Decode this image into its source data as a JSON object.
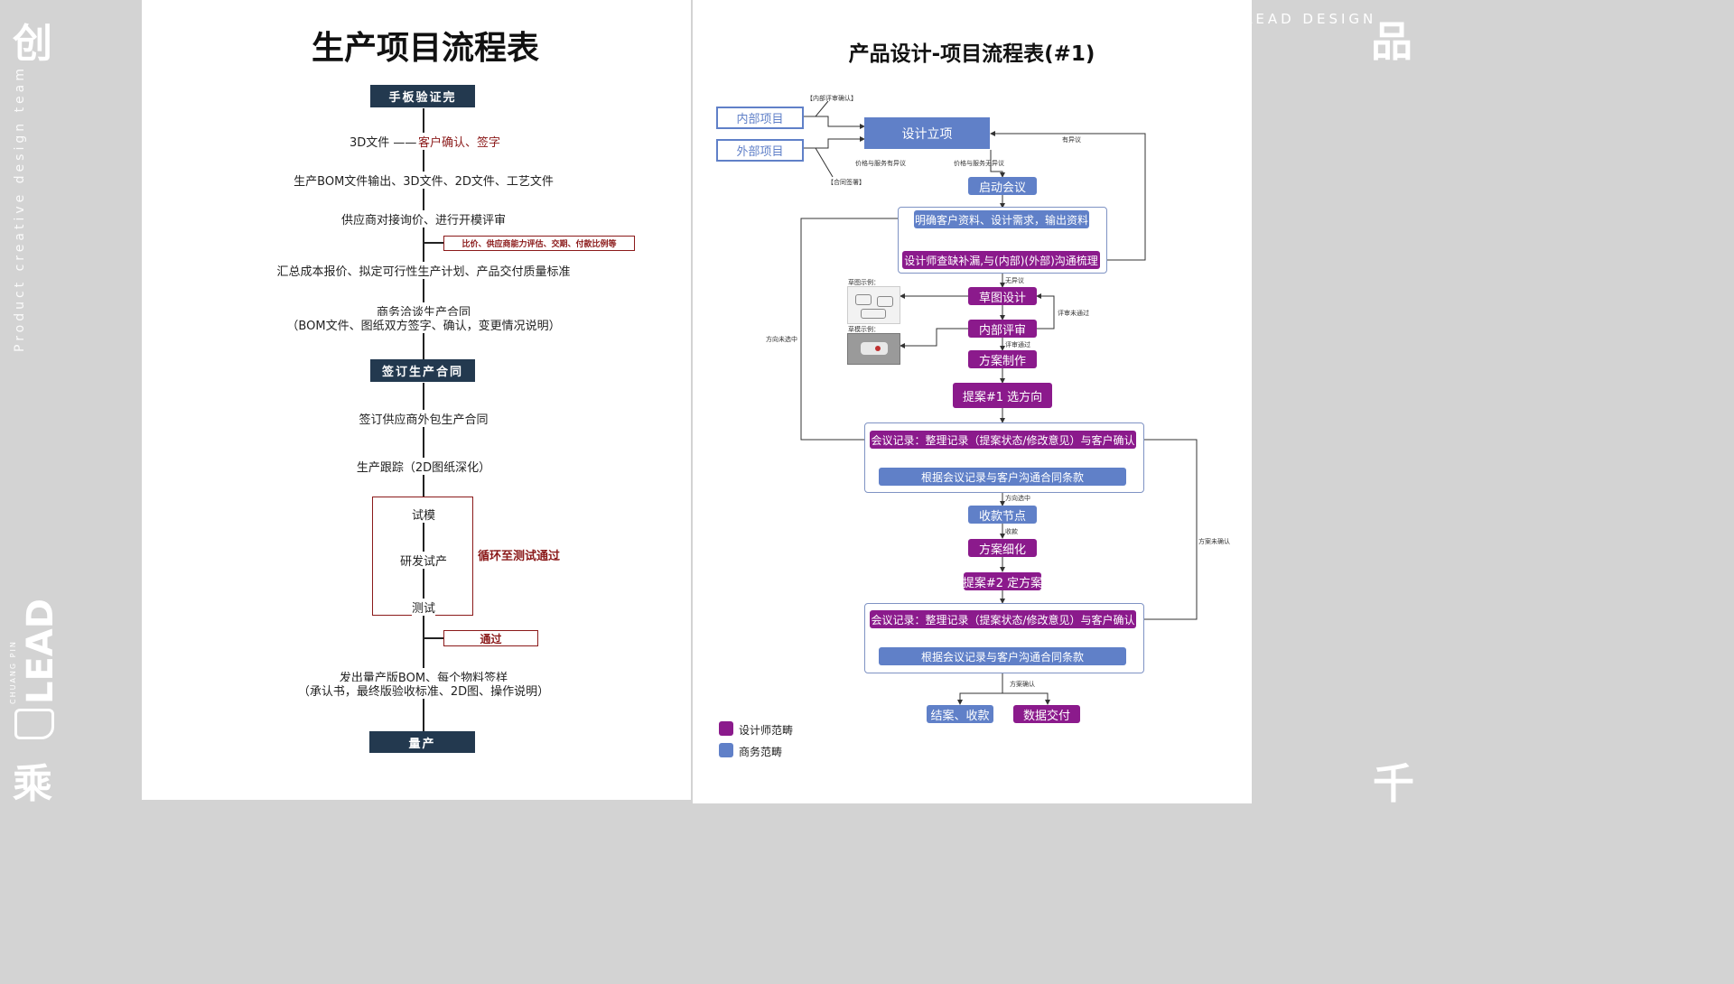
{
  "brand": {
    "top_left_glyph": "创",
    "left_vertical": "Product creative design team",
    "logo_text": "LEAD",
    "logo_sub": "CHUANG PIN",
    "bottom_left_glyph": "乘",
    "top_right_text": "LEAD DESIGN",
    "top_right_glyph": "品",
    "bottom_right_glyph": "千"
  },
  "left_flow": {
    "title": "生产项目流程表",
    "start_box": "手板验证完",
    "step1_left": "3D文件 ——",
    "step1_right": "客户确认、签字",
    "step2": "生产BOM文件输出、3D文件、2D文件、工艺文件",
    "step3": "供应商对接询价、进行开模评审",
    "note1": "比价、供应商能力评估、交期、付款比例等",
    "step4": "汇总成本报价、拟定可行性生产计划、产品交付质量标准",
    "step5_line1": "商务洽谈生产合同",
    "step5_line2": "（BOM文件、图纸双方签字、确认，变更情况说明）",
    "mid_box": "签订生产合同",
    "step6": "签订供应商外包生产合同",
    "step7": "生产跟踪（2D图纸深化）",
    "loop_item1": "试模",
    "loop_item2": "研发试产",
    "loop_item3": "测试",
    "loop_note": "循环至测试通过",
    "pass_note": "通过",
    "step8_line1": "发出量产版BOM、每个物料签样",
    "step8_line2": "（承认书，最终版验收标准、2D图、操作说明）",
    "end_box": "量产"
  },
  "right_flow": {
    "title": "产品设计-项目流程表(#1)",
    "internal_project": "内部项目",
    "external_project": "外部项目",
    "note_internal_review": "【内部评审确认】",
    "note_contract_sign": "【合同签署】",
    "design_start": "设计立项",
    "label_objection": "有异议",
    "label_price_objection": "价格与服务有异议",
    "label_price_ok": "价格与服务无异议",
    "kickoff": "启动会议",
    "clarify": "明确客户资料、设计需求，输出资料",
    "designer_check": "设计师查缺补漏,与(内部)(外部)沟通梳理",
    "label_no_objection": "无异议",
    "sketch_example": "草图示例：",
    "model_example": "草模示例：",
    "sketch": "草图设计",
    "label_review_fail": "评审未通过",
    "internal_review": "内部评审",
    "label_review_pass": "评审通过",
    "plan_make": "方案制作",
    "label_direction_not_chosen": "方向未选中",
    "proposal1": "提案#1 选方向",
    "meeting1_record": "会议记录：整理记录（提案状态/修改意见）与客户确认",
    "meeting1_contract": "根据会议记录与客户沟通合同条款",
    "label_direction_chosen": "方向选中",
    "payment_node": "收款节点",
    "label_payment": "收款",
    "plan_refine": "方案细化",
    "label_plan_unconfirmed": "方案未确认",
    "proposal2": "提案#2 定方案",
    "meeting2_record": "会议记录：整理记录（提案状态/修改意见）与客户确认",
    "meeting2_contract": "根据会议记录与客户沟通合同条款",
    "label_plan_confirmed": "方案确认",
    "close_payment": "结案、收款",
    "data_delivery": "数据交付",
    "legend_designer": "设计师范畴",
    "legend_business": "商务范畴"
  },
  "colors": {
    "navy": "#23394f",
    "dark_red": "#8b1a1a",
    "purple": "#8b1a8c",
    "blue": "#6080c8",
    "background": "#d3d3d3"
  }
}
